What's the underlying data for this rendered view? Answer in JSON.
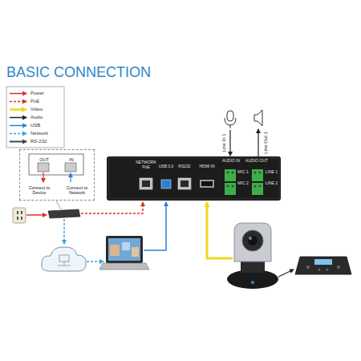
{
  "diagram": {
    "title": "BASIC CONNECTION",
    "nodes": [
      {
        "text": [
          "NETWORK PoE",
          "USB 3.0",
          "RS232",
          "HDMI IN",
          "AUDIO IN",
          "AUDIO OUT",
          "MIC 1",
          "MIC 2",
          "LINE 1",
          "LINE 2"
        ]
      },
      {
        "text": [
          "OUT",
          "IN",
          "Connect to Device",
          "Connect to Network"
        ]
      }
    ],
    "labels": [
      "Line In 1",
      "Line Out 1"
    ],
    "legend": [
      {
        "text": "Power"
      },
      {
        "text": "PoE"
      },
      {
        "text": "Video"
      },
      {
        "text": "Audio"
      },
      {
        "text": "USB"
      },
      {
        "text": "Network"
      },
      {
        "text": "RS-232"
      }
    ]
  }
}
